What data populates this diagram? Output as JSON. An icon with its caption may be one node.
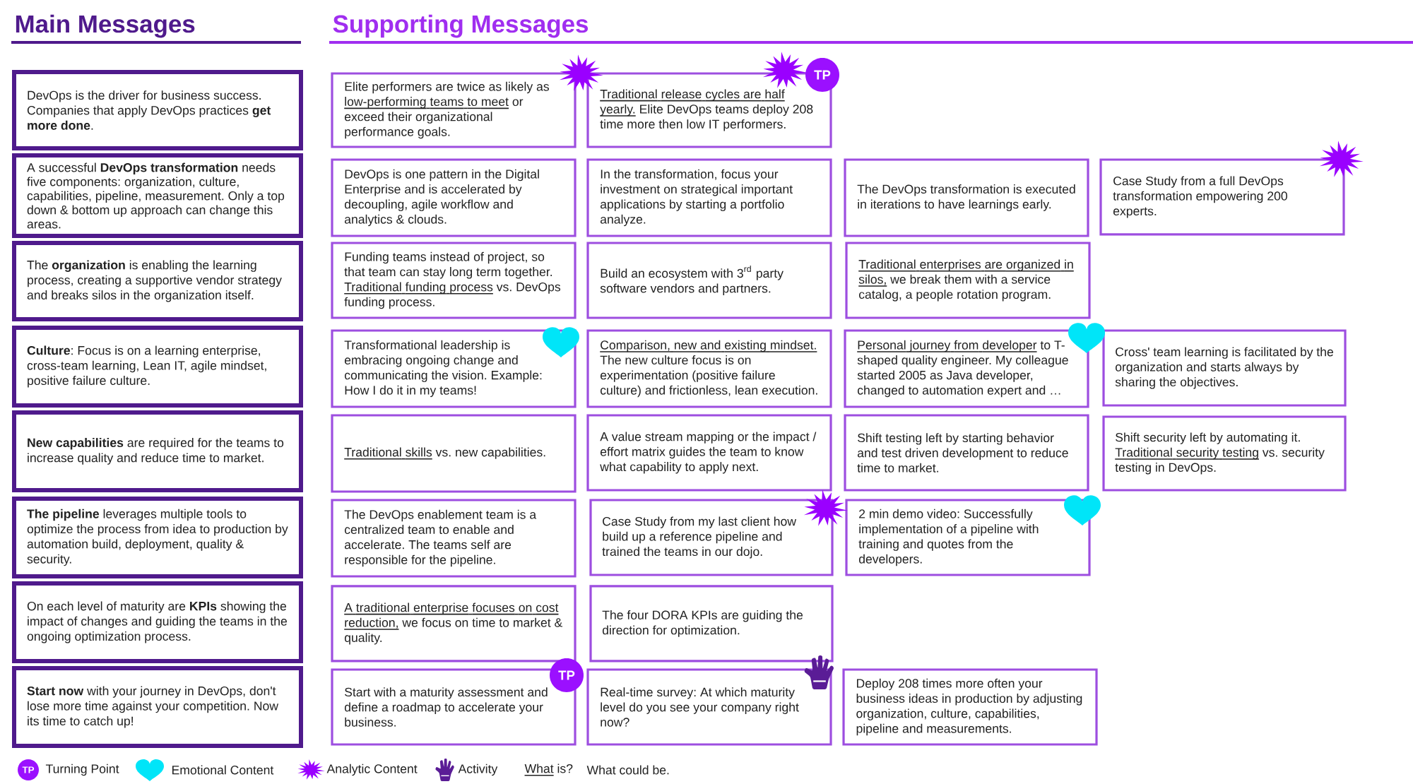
{
  "diagram": {
    "nodes": [
      {
        "text": [
          "DevOps is the driver for business success. Companies that apply DevOps practices **get more done**."
        ]
      },
      {
        "text": [
          "Elite performers are twice as likely as low-performing teams to meet or exceed their organizational performance goals."
        ]
      },
      {
        "text": [
          "Traditional release cycles are half yearly. Elite DevOps teams deploy 208 time more then low IT performers."
        ]
      },
      {
        "text": [
          "A successful **DevOps transformation** needs five components: organization, culture, capabilities, pipeline, measurement. Only a top down & bottom up approach can change this areas."
        ]
      },
      {
        "text": [
          "DevOps is one pattern in the Digital Enterprise and is accelerated by decoupling, agile workflow and analytics & clouds."
        ]
      },
      {
        "text": [
          "In the transformation, focus your investment on strategical important applications by starting a portfolio analyze."
        ]
      },
      {
        "text": [
          "The DevOps transformation is executed in iterations to have learnings early."
        ]
      },
      {
        "text": [
          "Case Study from a full DevOps transformation empowering 200 experts."
        ]
      },
      {
        "text": [
          "The **organization** is enabling the learning process, creating a supportive vendor strategy and breaks silos in the organization itself."
        ]
      },
      {
        "text": [
          "Funding teams instead of project, so that team can stay long term together. Traditional funding process vs. DevOps funding process."
        ]
      },
      {
        "text": [
          "Build an ecosystem with 3$^{rd}$ party software vendors and partners."
        ]
      },
      {
        "text": [
          "Traditional enterprises are organized in silos, we break them with a service catalog, a people rotation program."
        ]
      },
      {
        "text": [
          "**Culture**: Focus is on a learning enterprise, cross-team learning, Lean IT, agile mindset, positive failure culture."
        ]
      },
      {
        "text": [
          "Transformational leadership is embracing ongoing change and communicating the vision. Example: How I do it in my teams!"
        ]
      },
      {
        "text": [
          "Comparison, new and existing mindset. The new culture focus is on experimentation (positive failure culture) and frictionless, lean execution."
        ]
      },
      {
        "text": [
          "Personal journey from developer to T-shaped quality engineer. My colleague started 2005 as Java developer, changed to automation expert and …"
        ]
      },
      {
        "text": [
          "Cross' team learning is facilitated by the organization and starts always by sharing the objectives."
        ]
      },
      {
        "text": [
          "**New capabilities** are required for the teams to increase quality and reduce time to market."
        ]
      },
      {
        "text": [
          "Traditional skills vs. new capabilities."
        ]
      },
      {
        "text": [
          "A value stream mapping or the impact / effort matrix guides the team to know what capability to apply next."
        ]
      },
      {
        "text": [
          "Shift testing left by starting behavior and test driven development to reduce time to market."
        ]
      },
      {
        "text": [
          "Shift security left by automating it. Traditional security testing vs. security testing in DevOps."
        ]
      },
      {
        "text": [
          "**The pipeline** leverages multiple tools to optimize the process from idea to production by automation build, deployment, quality & security."
        ]
      },
      {
        "text": [
          "The DevOps enablement team is a centralized team to enable and accelerate. The teams self are responsible for the pipeline."
        ]
      },
      {
        "text": [
          "Case Study from my last client how build up a reference pipeline and trained the teams in our dojo."
        ]
      },
      {
        "text": [
          "2 min demo video: Successfully implementation of a pipeline with training and quotes from the developers."
        ]
      },
      {
        "text": [
          "On each level of maturity are **KPIs** showing the impact of changes and guiding the teams in the ongoing optimization process."
        ]
      },
      {
        "text": [
          "A traditional enterprise focuses on cost reduction, we focus on time to market & quality."
        ]
      },
      {
        "text": [
          "The four DORA KPIs are guiding the direction for optimization."
        ]
      },
      {
        "text": [
          "**Start now** with your journey in DevOps, don't lose more time against your competition. Now its time to catch up!"
        ]
      },
      {
        "text": [
          "Start with a maturity assessment and define a roadmap to accelerate your business."
        ]
      },
      {
        "text": [
          "Real-time survey: At which maturity level do you see your company right now?"
        ]
      },
      {
        "text": [
          "Deploy 208 times more often your business ideas in production by adjusting organization, culture, capabilities, pipeline and measurements."
        ]
      }
    ],
    "labels": [
      "Main Messages",
      "Supporting Messages",
      "TP",
      "TP",
      "TP"
    ],
    "legend": [
      {
        "text": "Turning Point"
      },
      {
        "text": "Emotional Content"
      },
      {
        "text": "Analytic Content"
      },
      {
        "text": "Activity"
      },
      {
        "text": "What is?"
      },
      {
        "text": "What could be."
      }
    ]
  }
}
